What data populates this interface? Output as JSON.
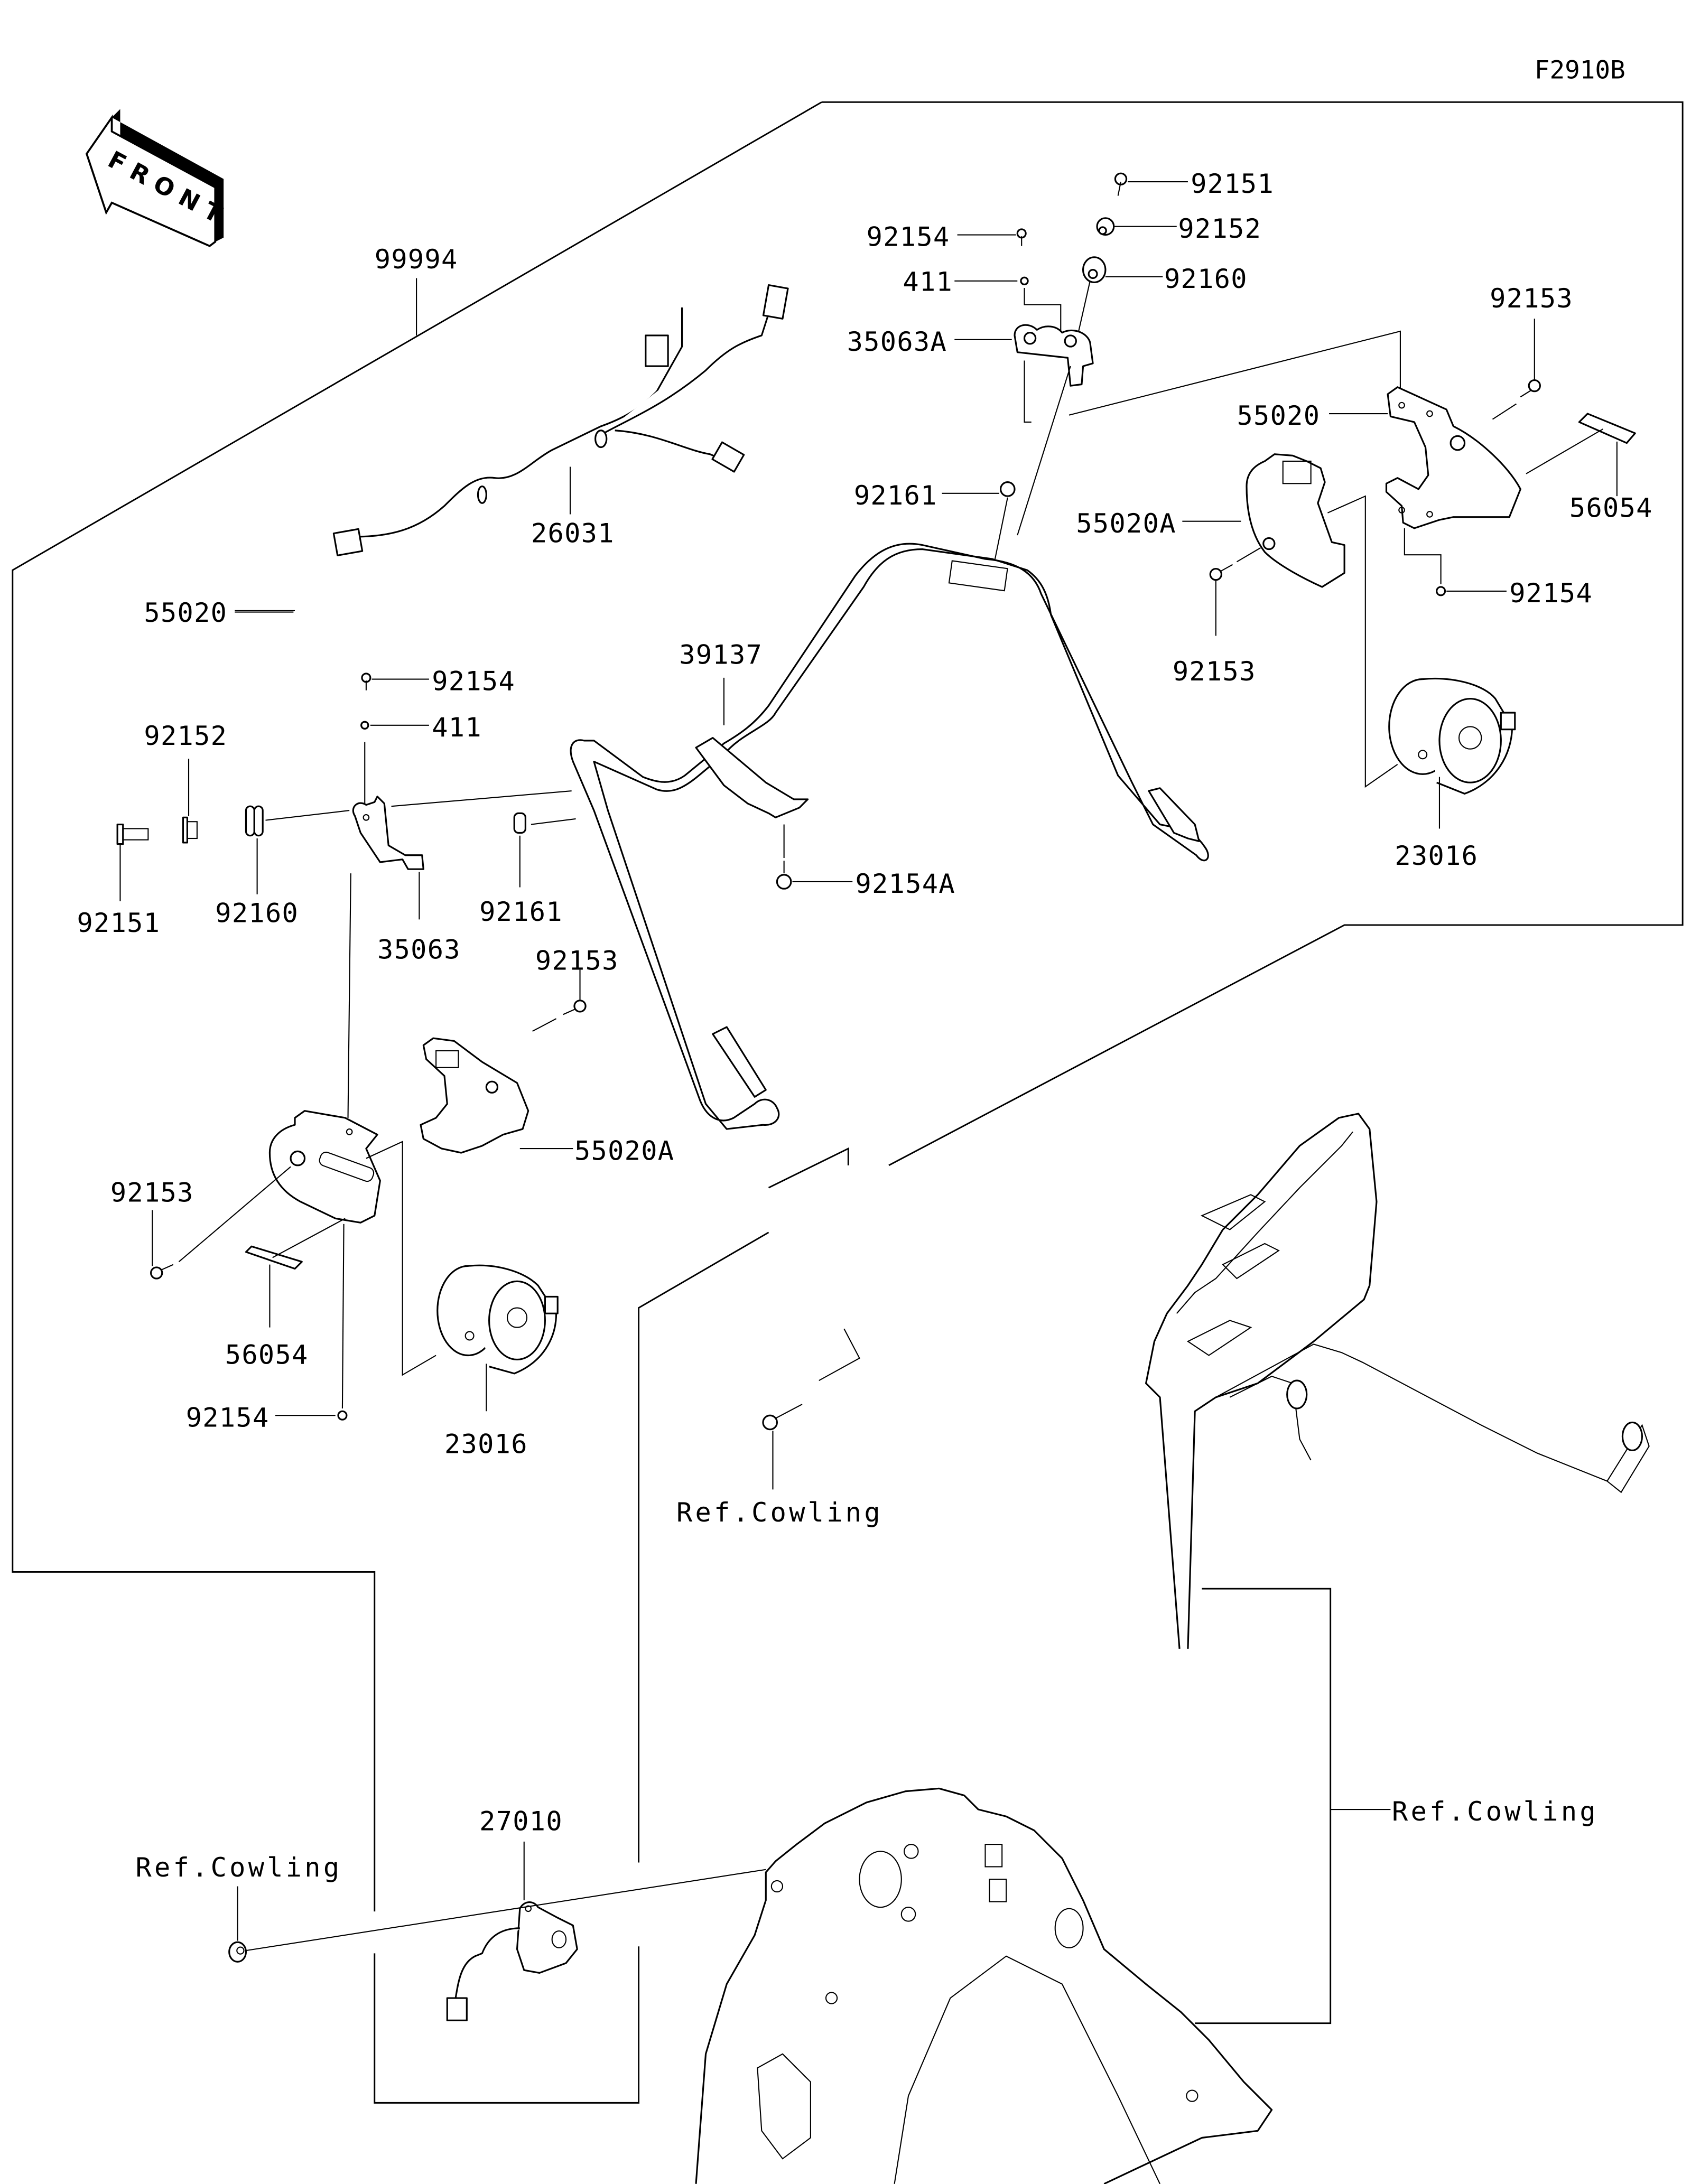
{
  "diagram": {
    "figure_code": "F2910B",
    "front_indicator": "FRONT",
    "labels": {
      "assembly_kit": "99994",
      "wire_harness": "26031",
      "top_right_bolt": "92151",
      "top_collar": "92152",
      "top_bolt_small": "92154",
      "top_washer": "411",
      "top_grommet": "92160",
      "top_bracket": "35063A",
      "top_bushing": "92161",
      "right_screw_top": "92153",
      "right_cover": "55020",
      "right_cover_inner": "55020A",
      "right_emblem": "56054",
      "right_bolt_lower": "92154",
      "right_screw_lower": "92153",
      "right_lamp": "23016",
      "guard_bar": "39137",
      "bar_bolt": "92154A",
      "left_bolt_small": "92154",
      "left_washer": "411",
      "left_collar": "92152",
      "left_bolt": "92151",
      "left_grommet": "92160",
      "left_bracket": "35063",
      "left_bushing": "92161",
      "left_screw_top": "92153",
      "left_cover": "55020",
      "left_cover_inner": "55020A",
      "left_screw": "92153",
      "left_emblem": "56054",
      "left_bolt_lower": "92154",
      "left_lamp": "23016",
      "switch": "27010",
      "ref_cowling_center": "Ref.Cowling",
      "ref_cowling_left": "Ref.Cowling",
      "ref_cowling_right": "Ref.Cowling"
    }
  }
}
